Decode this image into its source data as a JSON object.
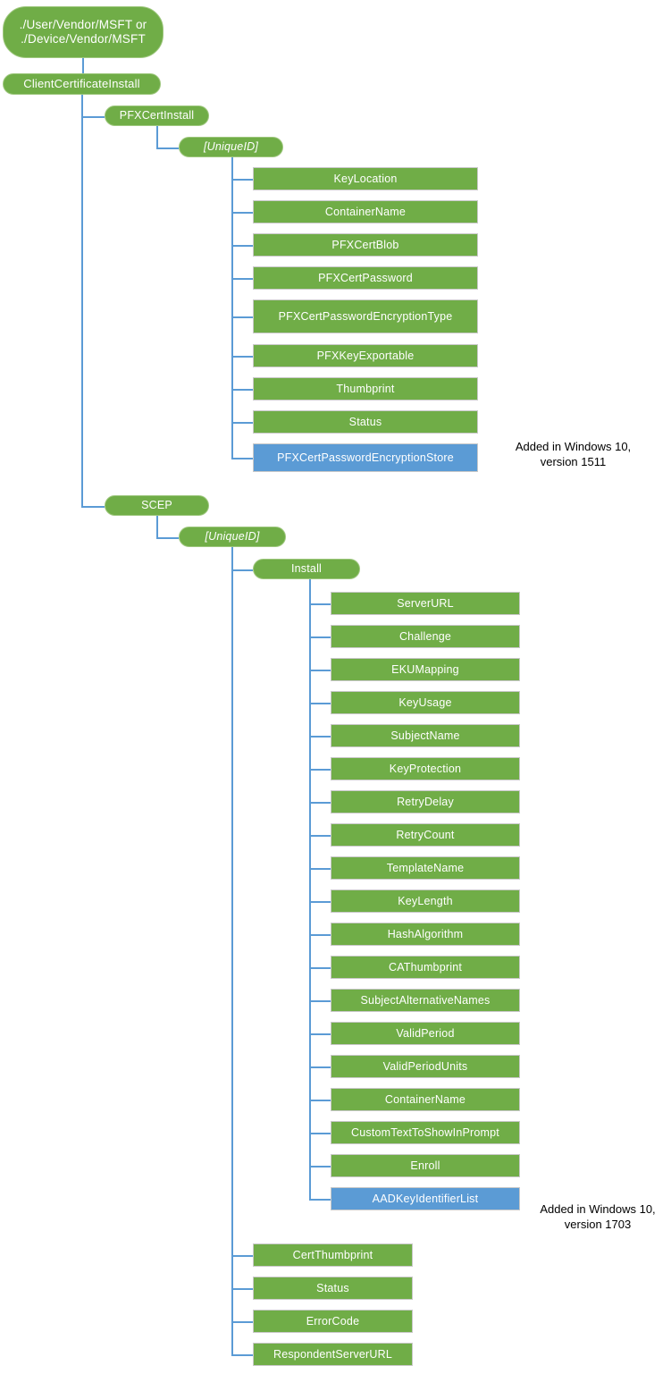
{
  "diagram": {
    "title": "ClientCertificateInstall CSP configuration service provider tree",
    "colors": {
      "node_green": "#70AD47",
      "node_blue": "#5B9BD5",
      "connector": "#5B9BD5",
      "node_text": "#FFFFFF",
      "annotation_text": "#000000",
      "background": "#FFFFFF"
    },
    "root": {
      "label": "./User/Vendor/MSFT or\n./Device/Vendor/MSFT"
    },
    "level1": {
      "label": "ClientCertificateInstall"
    },
    "pfx": {
      "branch_label": "PFXCertInstall",
      "uniqueid_label": "[UniqueID]",
      "children": [
        {
          "label": "KeyLocation",
          "color": "green"
        },
        {
          "label": "ContainerName",
          "color": "green"
        },
        {
          "label": "PFXCertBlob",
          "color": "green"
        },
        {
          "label": "PFXCertPassword",
          "color": "green"
        },
        {
          "label": "PFXCertPasswordEncryptionType",
          "color": "green"
        },
        {
          "label": "PFXKeyExportable",
          "color": "green"
        },
        {
          "label": "Thumbprint",
          "color": "green"
        },
        {
          "label": "Status",
          "color": "green"
        },
        {
          "label": "PFXCertPasswordEncryptionStore",
          "color": "blue"
        }
      ],
      "annotation": "Added in Windows 10,\nversion 1511"
    },
    "scep": {
      "branch_label": "SCEP",
      "uniqueid_label": "[UniqueID]",
      "install_label": "Install",
      "install_children": [
        {
          "label": "ServerURL",
          "color": "green"
        },
        {
          "label": "Challenge",
          "color": "green"
        },
        {
          "label": "EKUMapping",
          "color": "green"
        },
        {
          "label": "KeyUsage",
          "color": "green"
        },
        {
          "label": "SubjectName",
          "color": "green"
        },
        {
          "label": "KeyProtection",
          "color": "green"
        },
        {
          "label": "RetryDelay",
          "color": "green"
        },
        {
          "label": "RetryCount",
          "color": "green"
        },
        {
          "label": "TemplateName",
          "color": "green"
        },
        {
          "label": "KeyLength",
          "color": "green"
        },
        {
          "label": "HashAlgorithm",
          "color": "green"
        },
        {
          "label": "CAThumbprint",
          "color": "green"
        },
        {
          "label": "SubjectAlternativeNames",
          "color": "green"
        },
        {
          "label": "ValidPeriod",
          "color": "green"
        },
        {
          "label": "ValidPeriodUnits",
          "color": "green"
        },
        {
          "label": "ContainerName",
          "color": "green"
        },
        {
          "label": "CustomTextToShowInPrompt",
          "color": "green"
        },
        {
          "label": "Enroll",
          "color": "green"
        },
        {
          "label": "AADKeyIdentifierList",
          "color": "blue"
        }
      ],
      "annotation": "Added in Windows 10,\nversion 1703",
      "uniqueid_children": [
        {
          "label": "CertThumbprint",
          "color": "green"
        },
        {
          "label": "Status",
          "color": "green"
        },
        {
          "label": "ErrorCode",
          "color": "green"
        },
        {
          "label": "RespondentServerURL",
          "color": "green"
        }
      ]
    }
  }
}
